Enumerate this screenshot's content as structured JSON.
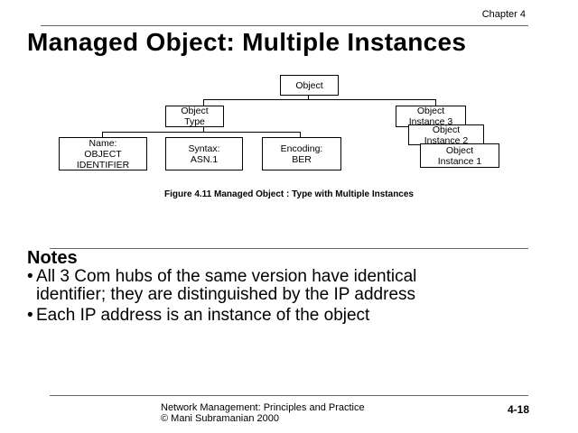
{
  "header": {
    "chapter": "Chapter 4",
    "title": "Managed Object: Multiple Instances"
  },
  "figure": {
    "root": "Object",
    "type": [
      "Object",
      "Type"
    ],
    "name": [
      "Name:",
      "OBJECT",
      "IDENTIFIER"
    ],
    "syntax": [
      "Syntax:",
      "ASN.1"
    ],
    "encoding": [
      "Encoding:",
      "BER"
    ],
    "instances": [
      [
        "Object",
        "Instance 3"
      ],
      [
        "Object",
        "Instance 2"
      ],
      [
        "Object",
        "Instance 1"
      ]
    ],
    "caption": "Figure 4.11 Managed Object : Type with Multiple Instances"
  },
  "notes": {
    "heading": "Notes",
    "bullets": [
      {
        "line1": "All 3 Com hubs of the same version have identical",
        "line2": "identifier; they are distinguished by the IP address"
      },
      {
        "line1": "Each IP address is an instance of the object"
      }
    ]
  },
  "footer": {
    "line1": "Network Management: Principles and Practice",
    "line2": "© Mani Subramanian 2000",
    "page": "4-18"
  }
}
